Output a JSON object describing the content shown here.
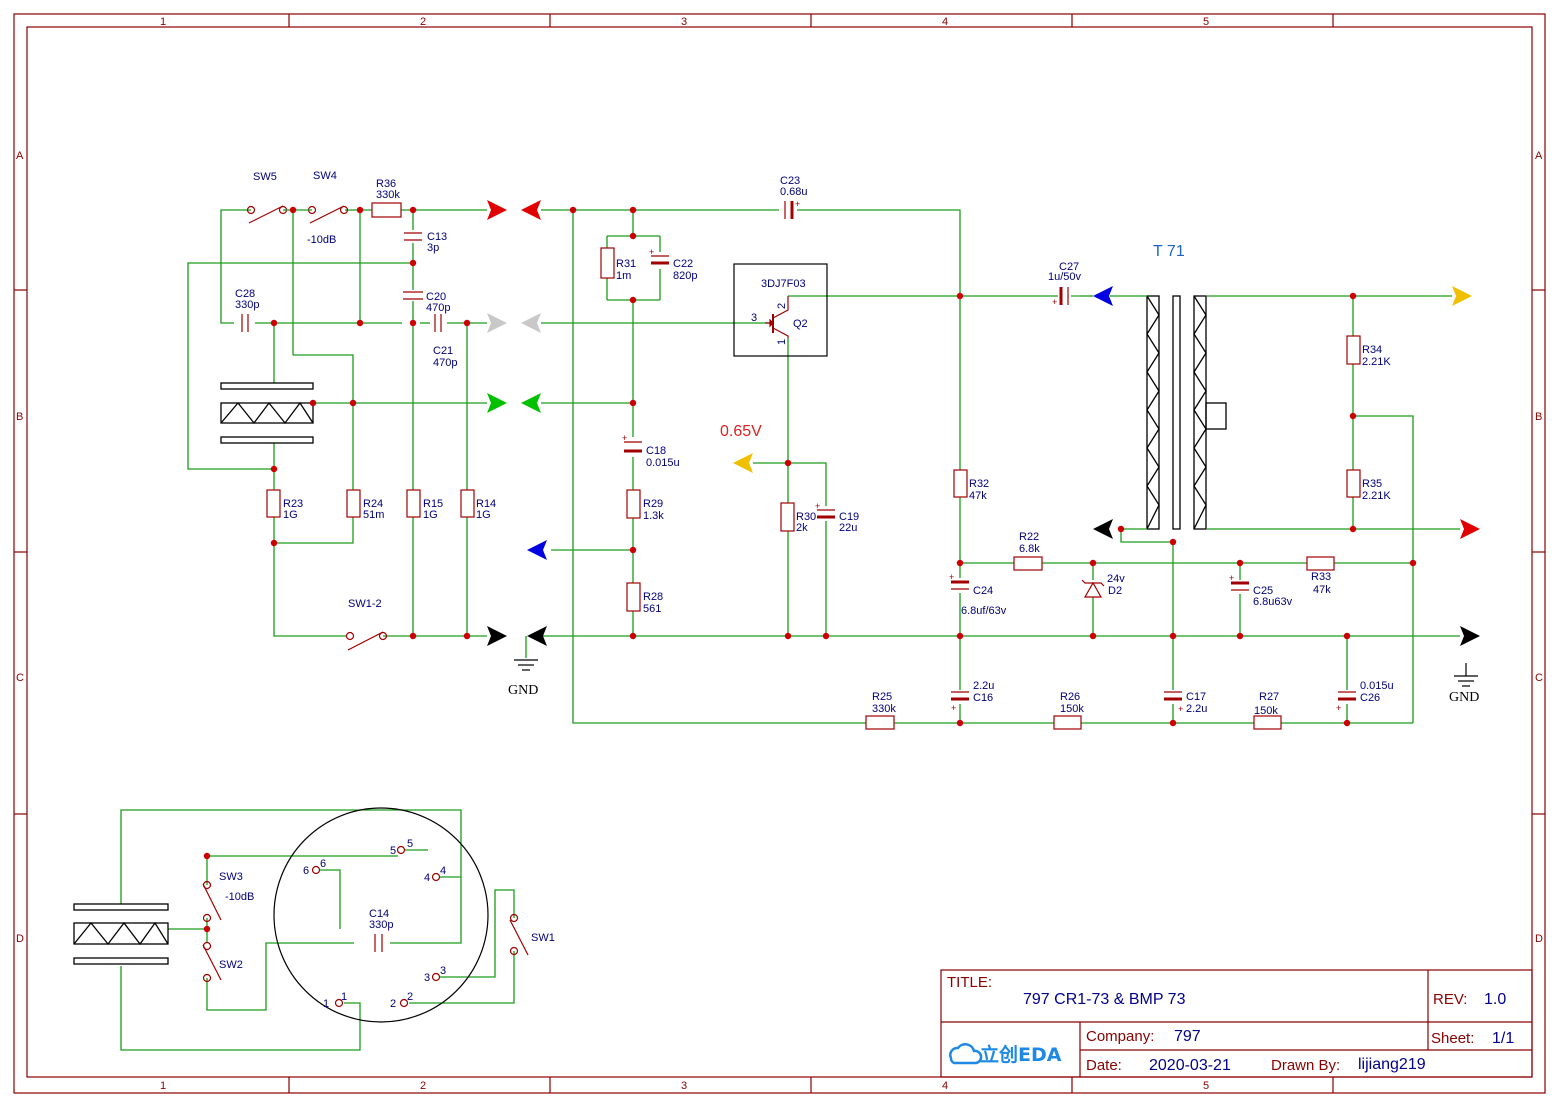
{
  "colors": {
    "wire": "#1a9e1a",
    "part": "#a00000",
    "frame": "#8b0000",
    "text": "#00007a",
    "junction": "#cc0000"
  },
  "frame": {
    "cols": [
      "1",
      "2",
      "3",
      "4",
      "5"
    ],
    "rows": [
      "A",
      "B",
      "C",
      "D"
    ]
  },
  "labels": {
    "sw5": "SW5",
    "sw4": "SW4",
    "r36": "R36",
    "r36v": "330k",
    "minus10db": "-10dB",
    "c13": "C13",
    "c13v": "3p",
    "c28": "C28",
    "c28v": "330p",
    "c20": "C20",
    "c20v": "470p",
    "c21": "C21",
    "c21v": "470p",
    "r23": "R23",
    "r23v": "1G",
    "r24": "R24",
    "r24v": "51m",
    "r15": "R15",
    "r15v": "1G",
    "r14": "R14",
    "r14v": "1G",
    "sw12": "SW1-2",
    "gnd": "GND",
    "r31": "R31",
    "r31v": "1m",
    "c22": "C22",
    "c22v": "820p",
    "c18": "C18",
    "c18v": "0.015u",
    "r29": "R29",
    "r29v": "1.3k",
    "r28": "R28",
    "r28v": "561",
    "c23": "C23",
    "c23v": "0.68u",
    "transistor": "3DJ7F03",
    "q2": "Q2",
    "pin1": "1",
    "pin2": "2",
    "pin3": "3",
    "v065": "0.65V",
    "r30": "R30",
    "r30v": "2k",
    "c19": "C19",
    "c19v": "22u",
    "c27": "C27",
    "c27v": "1u/50v",
    "t71": "T 71",
    "r32": "R32",
    "r32v": "47k",
    "r22": "R22",
    "r22v": "6.8k",
    "c24": "C24",
    "c24v": "6.8uf/63v",
    "d2": "D2",
    "d2v": "24v",
    "c25": "C25",
    "c25v": "6.8u63v",
    "r33": "R33",
    "r33v": "47k",
    "r34": "R34",
    "r34v": "2.21K",
    "r35": "R35",
    "r35v": "2.21K",
    "c16": "C16",
    "c16v": "2.2u",
    "r25": "R25",
    "r25v": "330k",
    "r26": "R26",
    "r26v": "150k",
    "c17": "C17",
    "c17v": "2.2u",
    "r27": "R27",
    "r27v": "150k",
    "c26": "C26",
    "c26v": "0.015u",
    "sw3": "SW3",
    "sw3db": "-10dB",
    "sw2": "SW2",
    "sw1": "SW1",
    "c14": "C14",
    "c14v": "330p",
    "p1": "1",
    "p2": "2",
    "p3": "3",
    "p4": "4",
    "p5": "5",
    "p6": "6"
  },
  "titleblock": {
    "title_label": "TITLE:",
    "title": "797 CR1-73 &  BMP 73",
    "rev_label": "REV:",
    "rev": "1.0",
    "company_label": "Company:",
    "company": "797",
    "sheet_label": "Sheet:",
    "sheet": "1/1",
    "date_label": "Date:",
    "date": "2020-03-21",
    "drawn_label": "Drawn By:",
    "drawn": "lijiang219",
    "logo": "立创EDA"
  }
}
